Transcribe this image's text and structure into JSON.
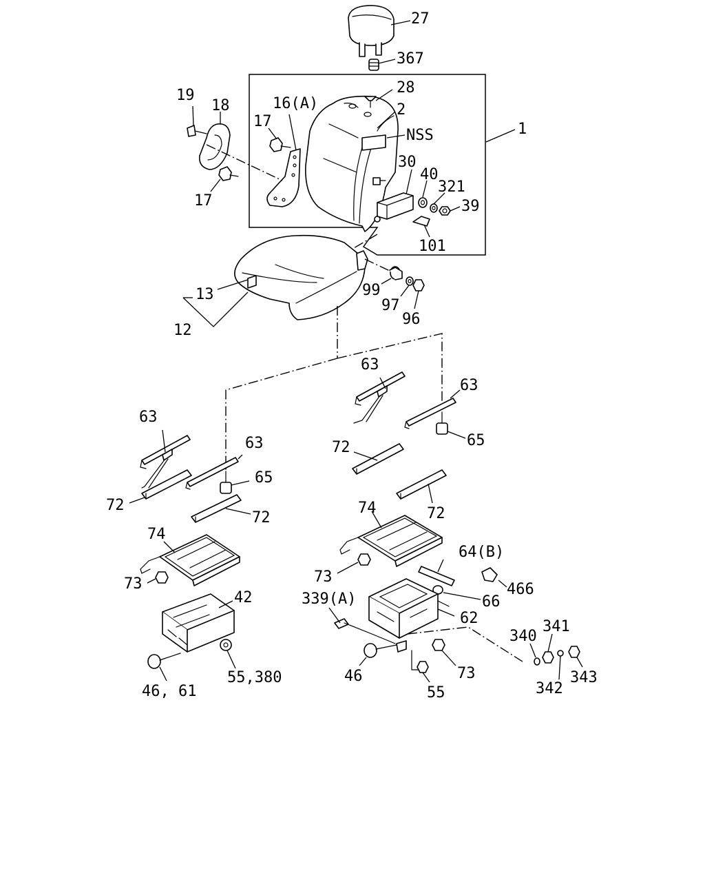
{
  "labels": {
    "p27": "27",
    "p367": "367",
    "p28": "28",
    "p2": "2",
    "pNSS": "NSS",
    "p1": "1",
    "p19": "19",
    "p18": "18",
    "p16a": "16(A)",
    "p17a": "17",
    "p17b": "17",
    "p30": "30",
    "p40": "40",
    "p321": "321",
    "p39": "39",
    "p101": "101",
    "p13": "13",
    "p12": "12",
    "p99": "99",
    "p97": "97",
    "p96": "96",
    "p63a": "63",
    "p63b": "63",
    "p63c": "63",
    "p63d": "63",
    "p65a": "65",
    "p65b": "65",
    "p72a": "72",
    "p72b": "72",
    "p72c": "72",
    "p72d": "72",
    "p74a": "74",
    "p74b": "74",
    "p73a": "73",
    "p73b": "73",
    "p73c": "73",
    "p64b": "64(B)",
    "p466": "466",
    "p66": "66",
    "p42": "42",
    "p339a": "339(A)",
    "p62": "62",
    "p340": "340",
    "p341": "341",
    "p342": "342",
    "p343": "343",
    "p4661": "46, 61",
    "p55380": "55,380",
    "p46": "46",
    "p55": "55"
  }
}
